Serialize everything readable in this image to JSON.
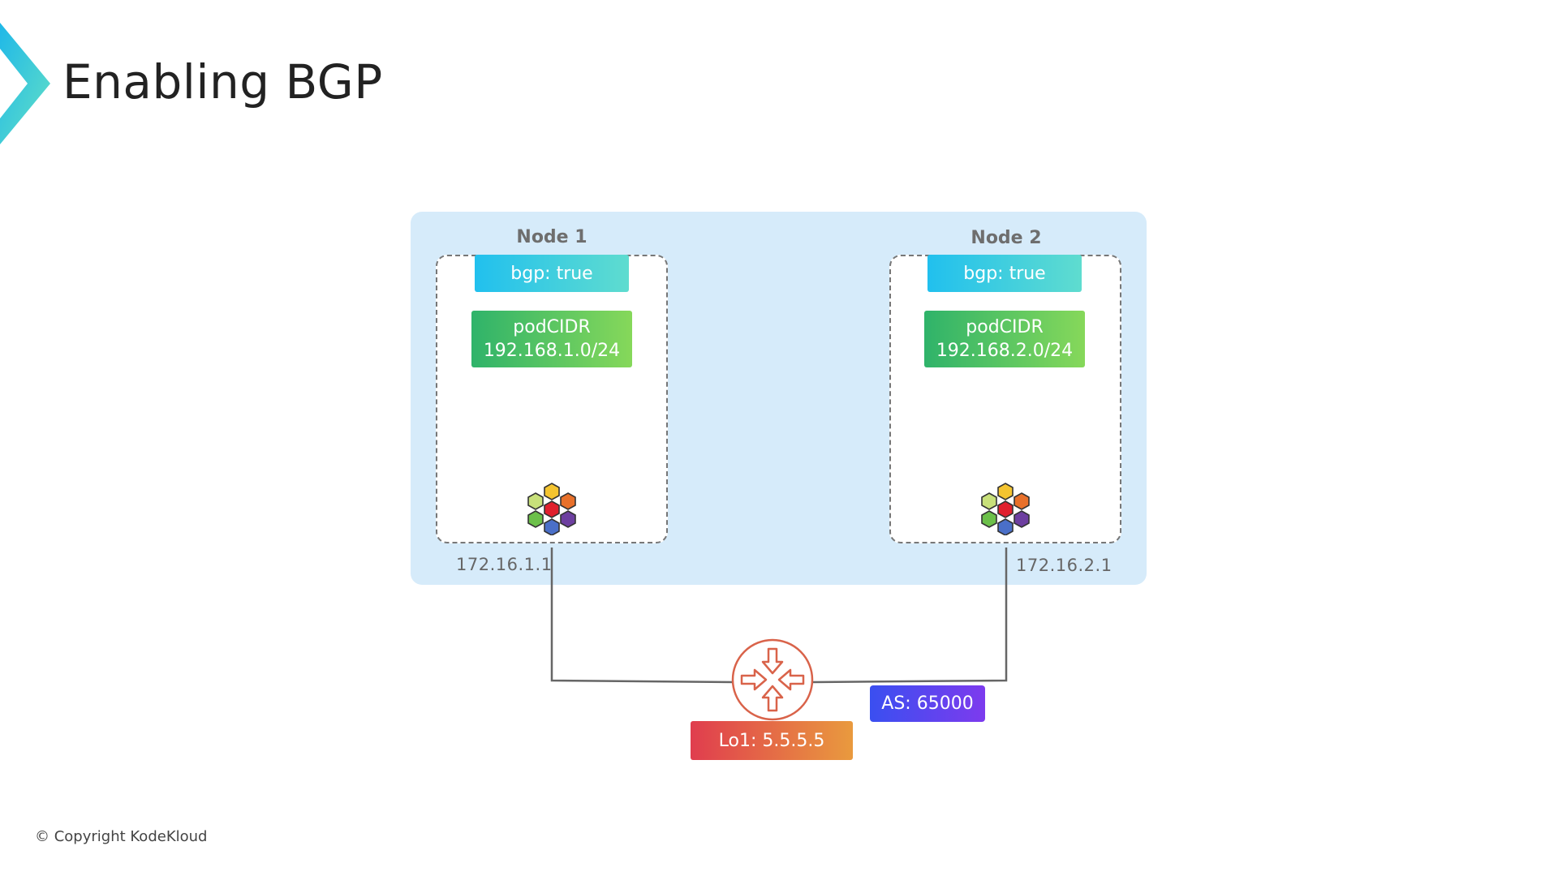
{
  "slide": {
    "title": "Enabling BGP",
    "copyright": "© Copyright KodeKloud"
  },
  "nodes": [
    {
      "label": "Node 1",
      "bgp": "bgp: true",
      "pod_line1": "podCIDR",
      "pod_line2": "192.168.1.0/24",
      "ip": "172.16.1.1"
    },
    {
      "label": "Node 2",
      "bgp": "bgp: true",
      "pod_line1": "podCIDR",
      "pod_line2": "192.168.2.0/24",
      "ip": "172.16.2.1"
    }
  ],
  "router": {
    "loopback": "Lo1: 5.5.5.5",
    "as": "AS: 65000",
    "icon": "router-icon"
  },
  "icons": {
    "node_icon": "calico-hexagon-icon",
    "logo": "kodekloud-chevron-logo"
  },
  "colors": {
    "cluster_bg": "#d6ebfa",
    "bgp_gradient": [
      "#21c0ee",
      "#5fdccf"
    ],
    "pod_gradient": [
      "#2fb36a",
      "#86d85a"
    ],
    "lo_gradient": [
      "#e03d4e",
      "#e99a3e"
    ],
    "as_gradient": [
      "#3a4ff0",
      "#7d3bee"
    ],
    "router_stroke": "#d9634a"
  }
}
